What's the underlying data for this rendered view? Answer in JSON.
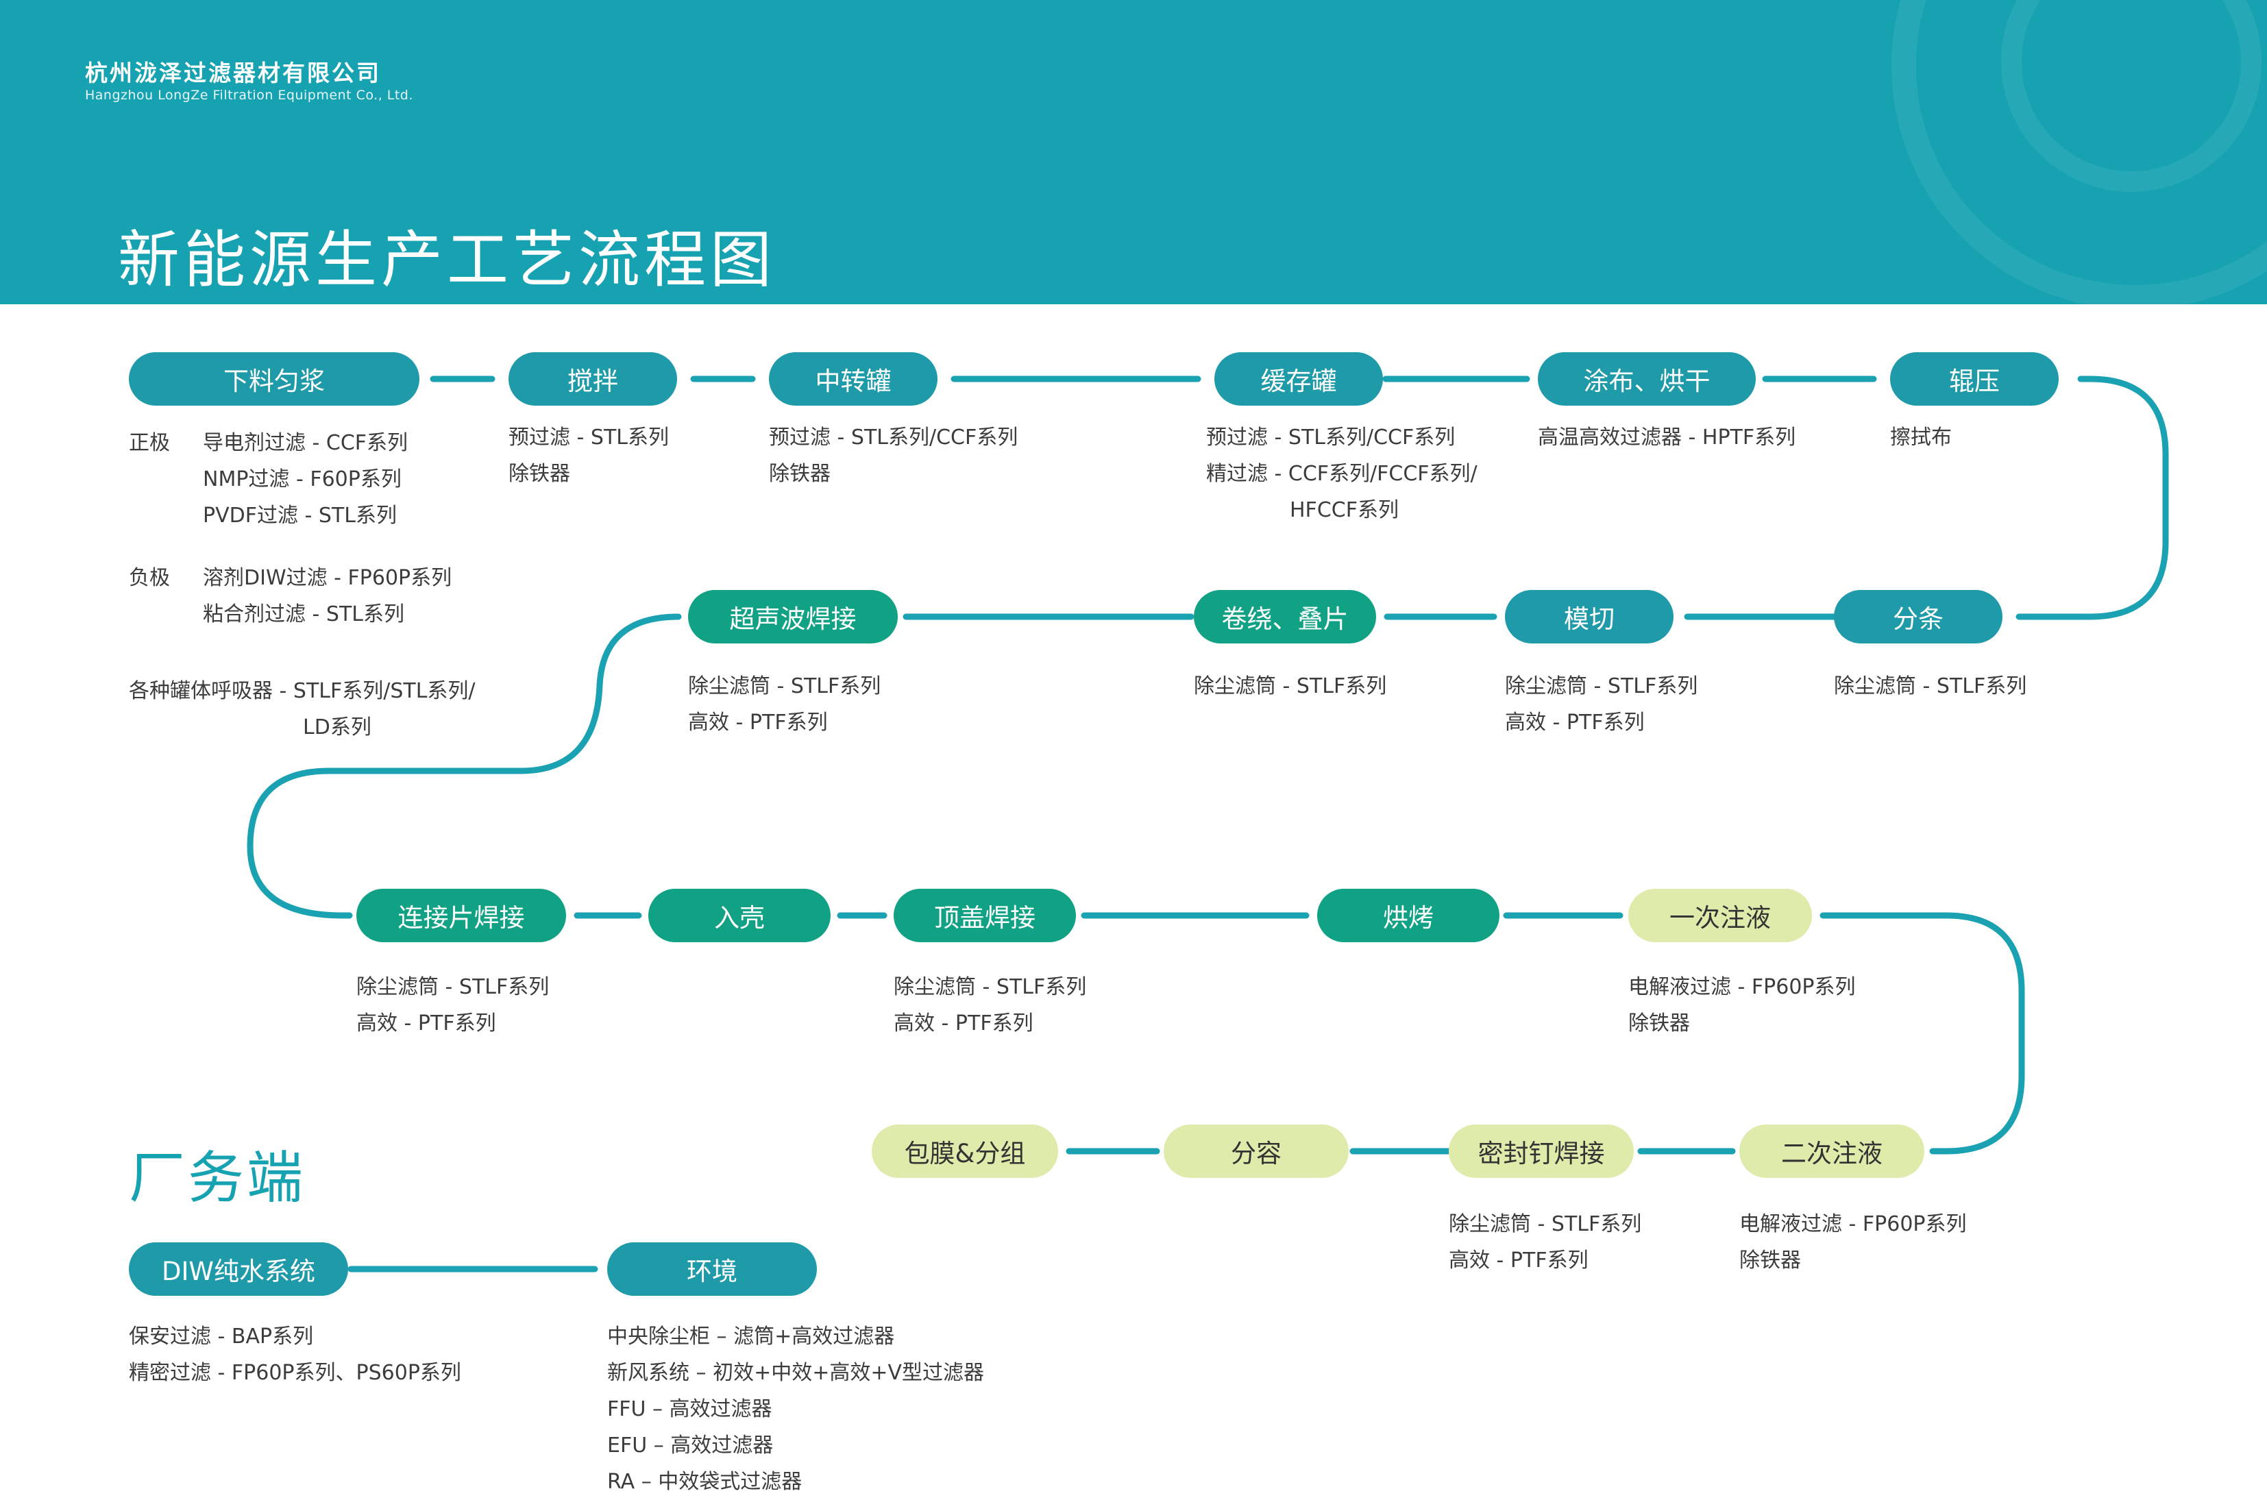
{
  "company": {
    "name_cn": "杭州泷泽过滤器材有限公司",
    "name_en": "Hangzhou LongZe Filtration Equipment Co., Ltd."
  },
  "title": "新能源生产工艺流程图",
  "colors": {
    "header_bg": "#16a2b1",
    "line": "#1ba2b2",
    "pill_teal": "#1f9aa9",
    "pill_green": "#11a285",
    "pill_lime": "#dfebab"
  },
  "steps": {
    "s1": "下料匀浆",
    "s2": "搅拌",
    "s3": "中转罐",
    "s4": "缓存罐",
    "s5": "涂布、烘干",
    "s6": "辊压",
    "s7": "分条",
    "s8": "模切",
    "s9": "卷绕、叠片",
    "s10": "超声波焊接",
    "s11": "连接片焊接",
    "s12": "入壳",
    "s13": "顶盖焊接",
    "s14": "烘烤",
    "s15": "一次注液",
    "s16": "二次注液",
    "s17": "密封钉焊接",
    "s18": "分容",
    "s19": "包膜&分组"
  },
  "details": {
    "s1": {
      "positive_label": "正极",
      "positive": [
        "导电剂过滤 - CCF系列",
        "NMP过滤 - F60P系列",
        "PVDF过滤 - STL系列"
      ],
      "negative_label": "负极",
      "negative": [
        "溶剂DIW过滤 - FP60P系列",
        "粘合剂过滤 - STL系列"
      ],
      "tank": [
        "各种罐体呼吸器 - STLF系列/STL系列/",
        "LD系列"
      ]
    },
    "s2": [
      "预过滤 - STL系列",
      "除铁器"
    ],
    "s3": [
      "预过滤 - STL系列/CCF系列",
      "除铁器"
    ],
    "s4": [
      "预过滤 - STL系列/CCF系列",
      "精过滤 - CCF系列/FCCF系列/",
      "HFCCF系列"
    ],
    "s5": [
      "高温高效过滤器 - HPTF系列"
    ],
    "s6": [
      "擦拭布"
    ],
    "s7": [
      "除尘滤筒 - STLF系列"
    ],
    "s8": [
      "除尘滤筒 - STLF系列",
      "高效 - PTF系列"
    ],
    "s9": [
      "除尘滤筒 - STLF系列"
    ],
    "s10": [
      "除尘滤筒 - STLF系列",
      "高效 - PTF系列"
    ],
    "s11": [
      "除尘滤筒 - STLF系列",
      "高效 - PTF系列"
    ],
    "s13": [
      "除尘滤筒 - STLF系列",
      "高效 - PTF系列"
    ],
    "s15": [
      "电解液过滤 - FP60P系列",
      "除铁器"
    ],
    "s16": [
      "电解液过滤 - FP60P系列",
      "除铁器"
    ],
    "s17": [
      "除尘滤筒 - STLF系列",
      "高效 - PTF系列"
    ]
  },
  "factory": {
    "title": "厂务端",
    "diw": "DIW纯水系统",
    "env": "环境",
    "diw_items": [
      "保安过滤 - BAP系列",
      "精密过滤 - FP60P系列、PS60P系列"
    ],
    "env_items": [
      "中央除尘柜 – 滤筒+高效过滤器",
      "新风系统 – 初效+中效+高效+V型过滤器",
      "FFU – 高效过滤器",
      "EFU – 高效过滤器",
      "RA – 中效袋式过滤器"
    ]
  }
}
